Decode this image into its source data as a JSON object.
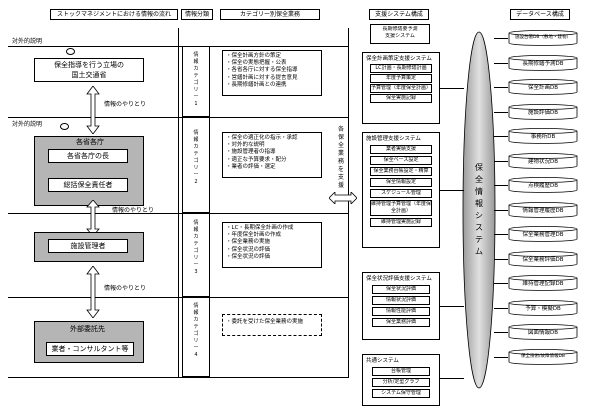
{
  "headers": {
    "flow": "ストックマネジメントにおける情報の流れ",
    "classification": "情報分類",
    "category": "カテゴリー別保全業務",
    "support": "支援システム構成",
    "database": "データベース構成"
  },
  "left": {
    "section1_label": "対外的説明",
    "section2_label": "対外的説明",
    "mlit_line1": "保全指導を行う立場の",
    "mlit_line2": "国土交通省",
    "exchange1": "情報のやりとり",
    "ministry_title": "各省各庁",
    "ministry_head": "各省各庁の長",
    "manager_main": "総括保全責任者",
    "exchange2": "情報のやりとり",
    "facility_manager": "施設管理者",
    "exchange3": "情報のやりとり",
    "outsource_title": "外部委託先",
    "outsource_detail": "業者・コンサルタント等"
  },
  "classification": {
    "cat1": "情報カテゴリー1",
    "cat2": "情報カテゴリー2",
    "cat3": "情報カテゴリー3",
    "cat4": "情報カテゴリー4"
  },
  "categories": {
    "cat1_items": [
      "・保全計画方針の策定",
      "・保全の実態把握・公表",
      "・各省各庁に対する保全指導",
      "・営繕計画に対する提言意見",
      "・長期修繕計画との連携"
    ],
    "cat2_items": [
      "・保全の適正化の指示・承認",
      "・対外的な説明",
      "・施設管理者の指導",
      "・適正な予算要求・配分",
      "・業者の評価・選定"
    ],
    "cat3_items": [
      "・LC・長期保全計画の作成",
      "・年度保全計画の作成",
      "・保全業務の実施",
      "・保全状況の評価",
      "・保全状況の評価"
    ],
    "cat4_items": [
      "・委託を受けた保全業務の実施"
    ]
  },
  "bidirectional_note": "各保全業務を支援",
  "support": {
    "top_box_line1": "長期修繕要予測",
    "top_box_line2": "支援システム",
    "group1_title": "保全計画策定支援システム",
    "group1_items": [
      "LC計画・長期修繕計画",
      "年度予算策定",
      "予算管理（年度保全計画）",
      "保全実施記録"
    ],
    "group2_title": "施設管理支援システム",
    "group2_items": [
      "業者実績支援",
      "保全ベース設定",
      "保全業務台帳設定・精算",
      "保全情報設定",
      "スケジュール管理",
      "維持管理予算管理（年度保全計画）",
      "維持管理実施記録"
    ],
    "group3_title": "保全状況評価支援システム",
    "group3_items": [
      "保全状況評価",
      "情報状況評価",
      "情報性能評価",
      "保全業務評価"
    ],
    "group4_title": "共通システム",
    "group4_items": [
      "台帳管理",
      "分析/定型グラフ",
      "システム保守管理"
    ],
    "center_label": "保全情報システム"
  },
  "databases": [
    "施設台帳DB（敷地・建物）",
    "長期修繕予測DB",
    "保全計画DB",
    "施設評価DB",
    "事務所DB",
    "建物状況DB",
    "点検履歴DB",
    "情報管理履歴DB",
    "保全業務管理DB",
    "保全業務評価DB",
    "維持管理記録DB",
    "予算・模擬DB",
    "図面情報DB",
    "保全技術/故障情報DB"
  ],
  "colors": {
    "line": "#000000",
    "fill_gray": "#b5b5b5",
    "fill_light": "#e8e8e8"
  }
}
